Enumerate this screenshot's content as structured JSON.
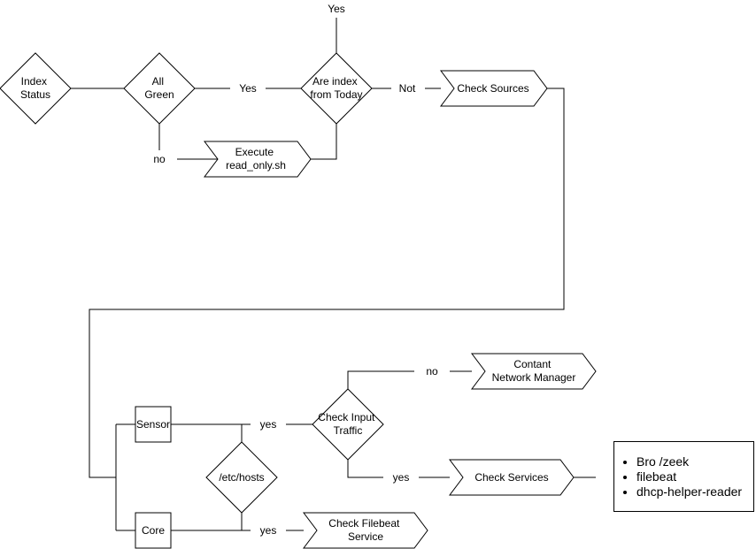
{
  "nodes": {
    "index_status": [
      "Index",
      "Status"
    ],
    "all_green": [
      "All",
      "Green"
    ],
    "are_index_from_today": [
      "Are index",
      "from Today"
    ],
    "check_sources": [
      "Check Sources"
    ],
    "execute_read_only": [
      "Execute",
      "read_only.sh"
    ],
    "sensor": [
      "Sensor"
    ],
    "core": [
      "Core"
    ],
    "etc_hosts": [
      "/etc/hosts"
    ],
    "check_input_traffic": [
      "Check Input",
      "Traffic"
    ],
    "contant_network_manager": [
      "Contant",
      "Network Manager"
    ],
    "check_services": [
      "Check Services"
    ],
    "check_filebeat_service": [
      "Check Filebeat",
      "Service"
    ]
  },
  "edge_labels": {
    "yes_top": "Yes",
    "yes_green": "Yes",
    "not_today": "Not",
    "no_green": "no",
    "yes_sensor": "yes",
    "no_traffic": "no",
    "yes_traffic": "yes",
    "yes_core": "yes"
  },
  "services_list": [
    "Bro /zeek",
    "filebeat",
    "dhcp-helper-reader"
  ]
}
